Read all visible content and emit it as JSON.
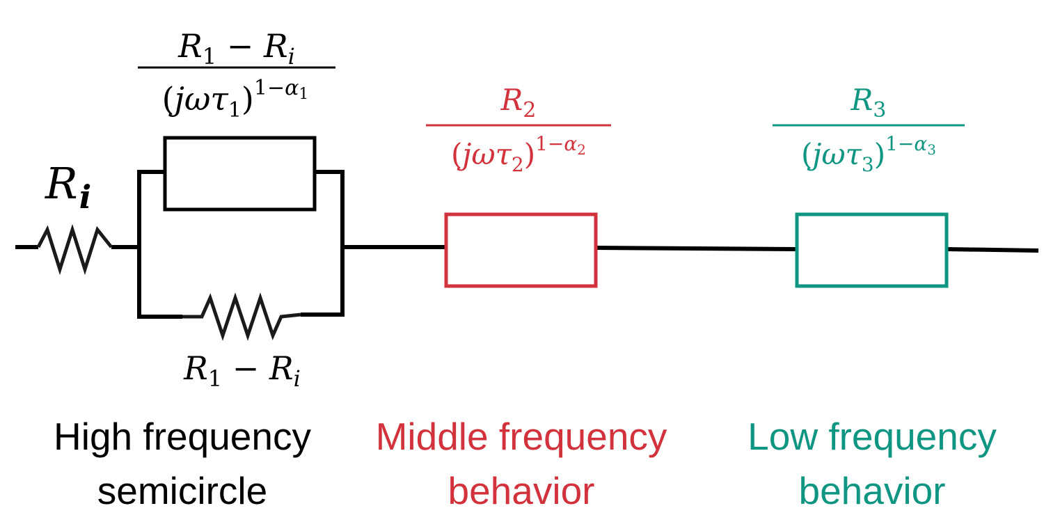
{
  "colors": {
    "black": "#000000",
    "red": "#d2323c",
    "teal": "#0f9682"
  },
  "elements": {
    "ri_label": {
      "symbol": "R",
      "subscript": "i"
    },
    "cpe1": {
      "numerator": {
        "r1": "R",
        "r1_sub": "1",
        "minus": " − ",
        "ri": "R",
        "ri_sub": "i"
      },
      "denominator": {
        "open": "(",
        "body": "jωτ",
        "sub": "1",
        "close": ")",
        "exp_prefix": "1−",
        "exp_alpha": "α",
        "exp_sub": "1"
      }
    },
    "parallel_resistor_label": {
      "r1": "R",
      "r1_sub": "1",
      "minus": " − ",
      "ri": "R",
      "ri_sub": "i"
    },
    "cpe2": {
      "numerator": {
        "r": "R",
        "r_sub": "2"
      },
      "denominator": {
        "open": "(",
        "body": "jωτ",
        "sub": "2",
        "close": ")",
        "exp_prefix": "1−",
        "exp_alpha": "α",
        "exp_sub": "2"
      }
    },
    "cpe3": {
      "numerator": {
        "r": "R",
        "r_sub": "3"
      },
      "denominator": {
        "open": "(",
        "body": "jωτ",
        "sub": "3",
        "close": ")",
        "exp_prefix": "1−",
        "exp_alpha": "α",
        "exp_sub": "3"
      }
    }
  },
  "captions": {
    "high": {
      "line1": "High frequency",
      "line2": "semicircle"
    },
    "middle": {
      "line1": "Middle frequency",
      "line2": "behavior"
    },
    "low": {
      "line1": "Low frequency",
      "line2": "behavior"
    }
  }
}
